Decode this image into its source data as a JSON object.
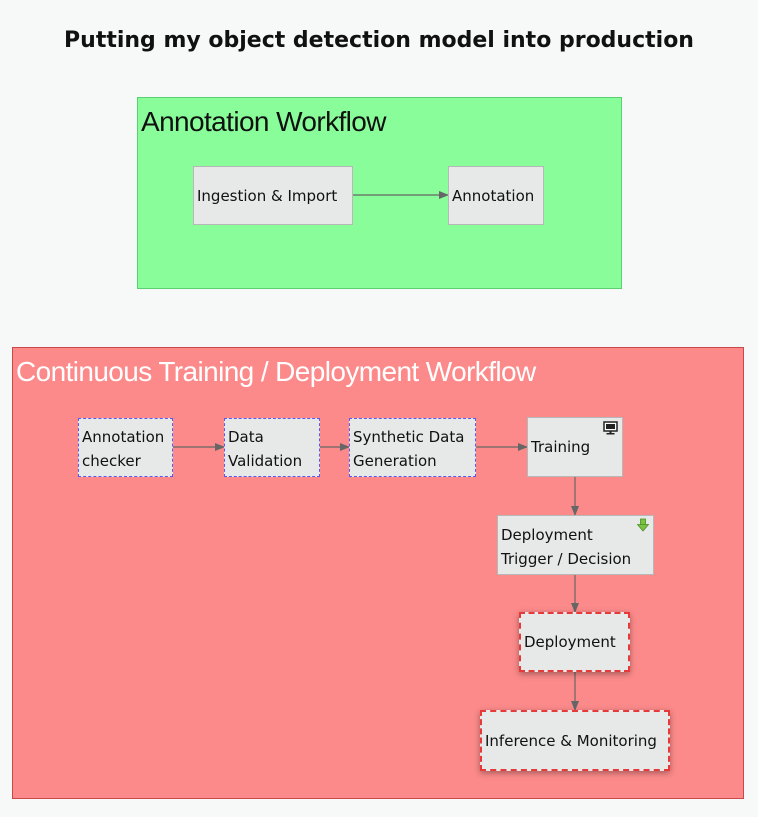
{
  "title": "Putting my object detection model into production",
  "groups": {
    "annotation": {
      "title": "Annotation Workflow"
    },
    "continuous": {
      "title": "Continuous Training / Deployment Workflow"
    }
  },
  "nodes": {
    "ingestion": "Ingestion & Import",
    "annotation": "Annotation",
    "annotation_checker": "Annotation checker",
    "data_validation": "Data Validation",
    "synthetic": "Synthetic Data Generation",
    "training": "Training",
    "deployment_trigger": "Deployment Trigger / Decision",
    "deployment": "Deployment",
    "inference": "Inference & Monitoring"
  },
  "colors": {
    "annotation_group": "#88fd99",
    "continuous_group": "#fc8a8a",
    "node_fill": "#e7e8e8",
    "edge": "#666666"
  },
  "icons": {
    "training": "monitor-icon",
    "deployment_trigger": "download-arrow-icon"
  }
}
